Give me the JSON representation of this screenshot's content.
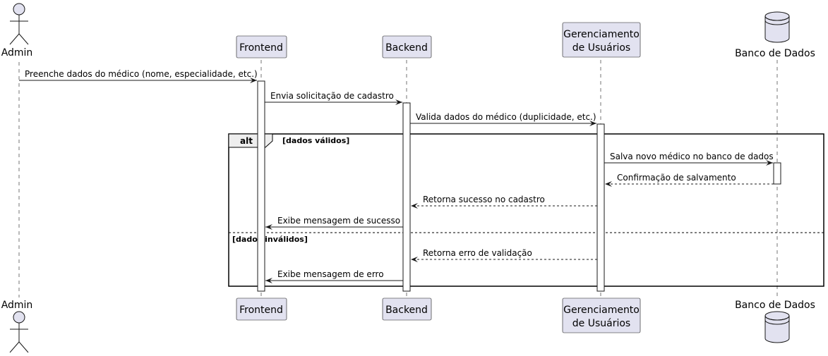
{
  "participants": [
    {
      "id": "admin",
      "type": "actor",
      "label": [
        "Admin"
      ]
    },
    {
      "id": "frontend",
      "type": "box",
      "label": [
        "Frontend"
      ]
    },
    {
      "id": "backend",
      "type": "box",
      "label": [
        "Backend"
      ]
    },
    {
      "id": "gerenciamento",
      "type": "box",
      "label": [
        "Gerenciamento",
        "de Usuários"
      ]
    },
    {
      "id": "banco",
      "type": "database",
      "label": [
        "Banco de Dados"
      ]
    }
  ],
  "messages": [
    {
      "from": "admin",
      "to": "frontend",
      "label": "Preenche dados do médico (nome, especialidade, etc.)",
      "style": "solid"
    },
    {
      "from": "frontend",
      "to": "backend",
      "label": "Envia solicitação de cadastro",
      "style": "solid"
    },
    {
      "from": "backend",
      "to": "gerenciamento",
      "label": "Valida dados do médico (duplicidade, etc.)",
      "style": "solid"
    },
    {
      "from": "gerenciamento",
      "to": "banco",
      "label": "Salva novo médico no banco de dados",
      "style": "solid"
    },
    {
      "from": "banco",
      "to": "gerenciamento",
      "label": "Confirmação de salvamento",
      "style": "dashed"
    },
    {
      "from": "gerenciamento",
      "to": "backend",
      "label": "Retorna sucesso no cadastro",
      "style": "dashed"
    },
    {
      "from": "backend",
      "to": "frontend",
      "label": "Exibe mensagem de sucesso",
      "style": "solid"
    },
    {
      "from": "gerenciamento",
      "to": "backend",
      "label": "Retorna erro de validação",
      "style": "dashed"
    },
    {
      "from": "backend",
      "to": "frontend",
      "label": "Exibe mensagem de erro",
      "style": "solid"
    }
  ],
  "fragment": {
    "keyword": "alt",
    "conditions": [
      "[dados válidos]",
      "[dados inválidos]"
    ]
  },
  "colors": {
    "participant_fill": "#e2e2f0",
    "participant_border": "#181818",
    "lifeline": "#181818",
    "activation_fill": "#ffffff",
    "fragment_header_fill": "#eeeeee"
  }
}
